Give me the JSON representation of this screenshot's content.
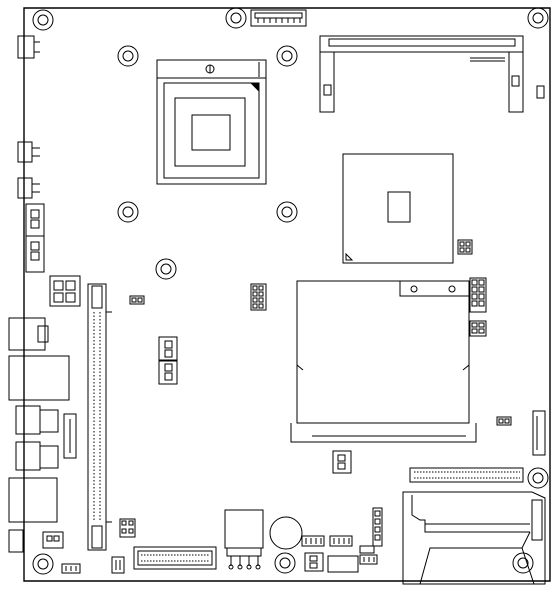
{
  "diagram": {
    "kind": "motherboard-layout-line-drawing",
    "stroke_color": "#000000",
    "background_color": "#ffffff",
    "visible_text": []
  },
  "components": {
    "mounting_holes": 8,
    "cpu_socket": "top-center",
    "chipset": "center-right",
    "so_dimm_slot": "top-right",
    "pci_slot": "left-vertical",
    "mini_pcie_slot": "center-bottom",
    "ide_connector": "right-horizontal",
    "compact_flash_socket": "bottom-right",
    "coin_battery": "bottom-center",
    "rear_io": "left-edge"
  }
}
